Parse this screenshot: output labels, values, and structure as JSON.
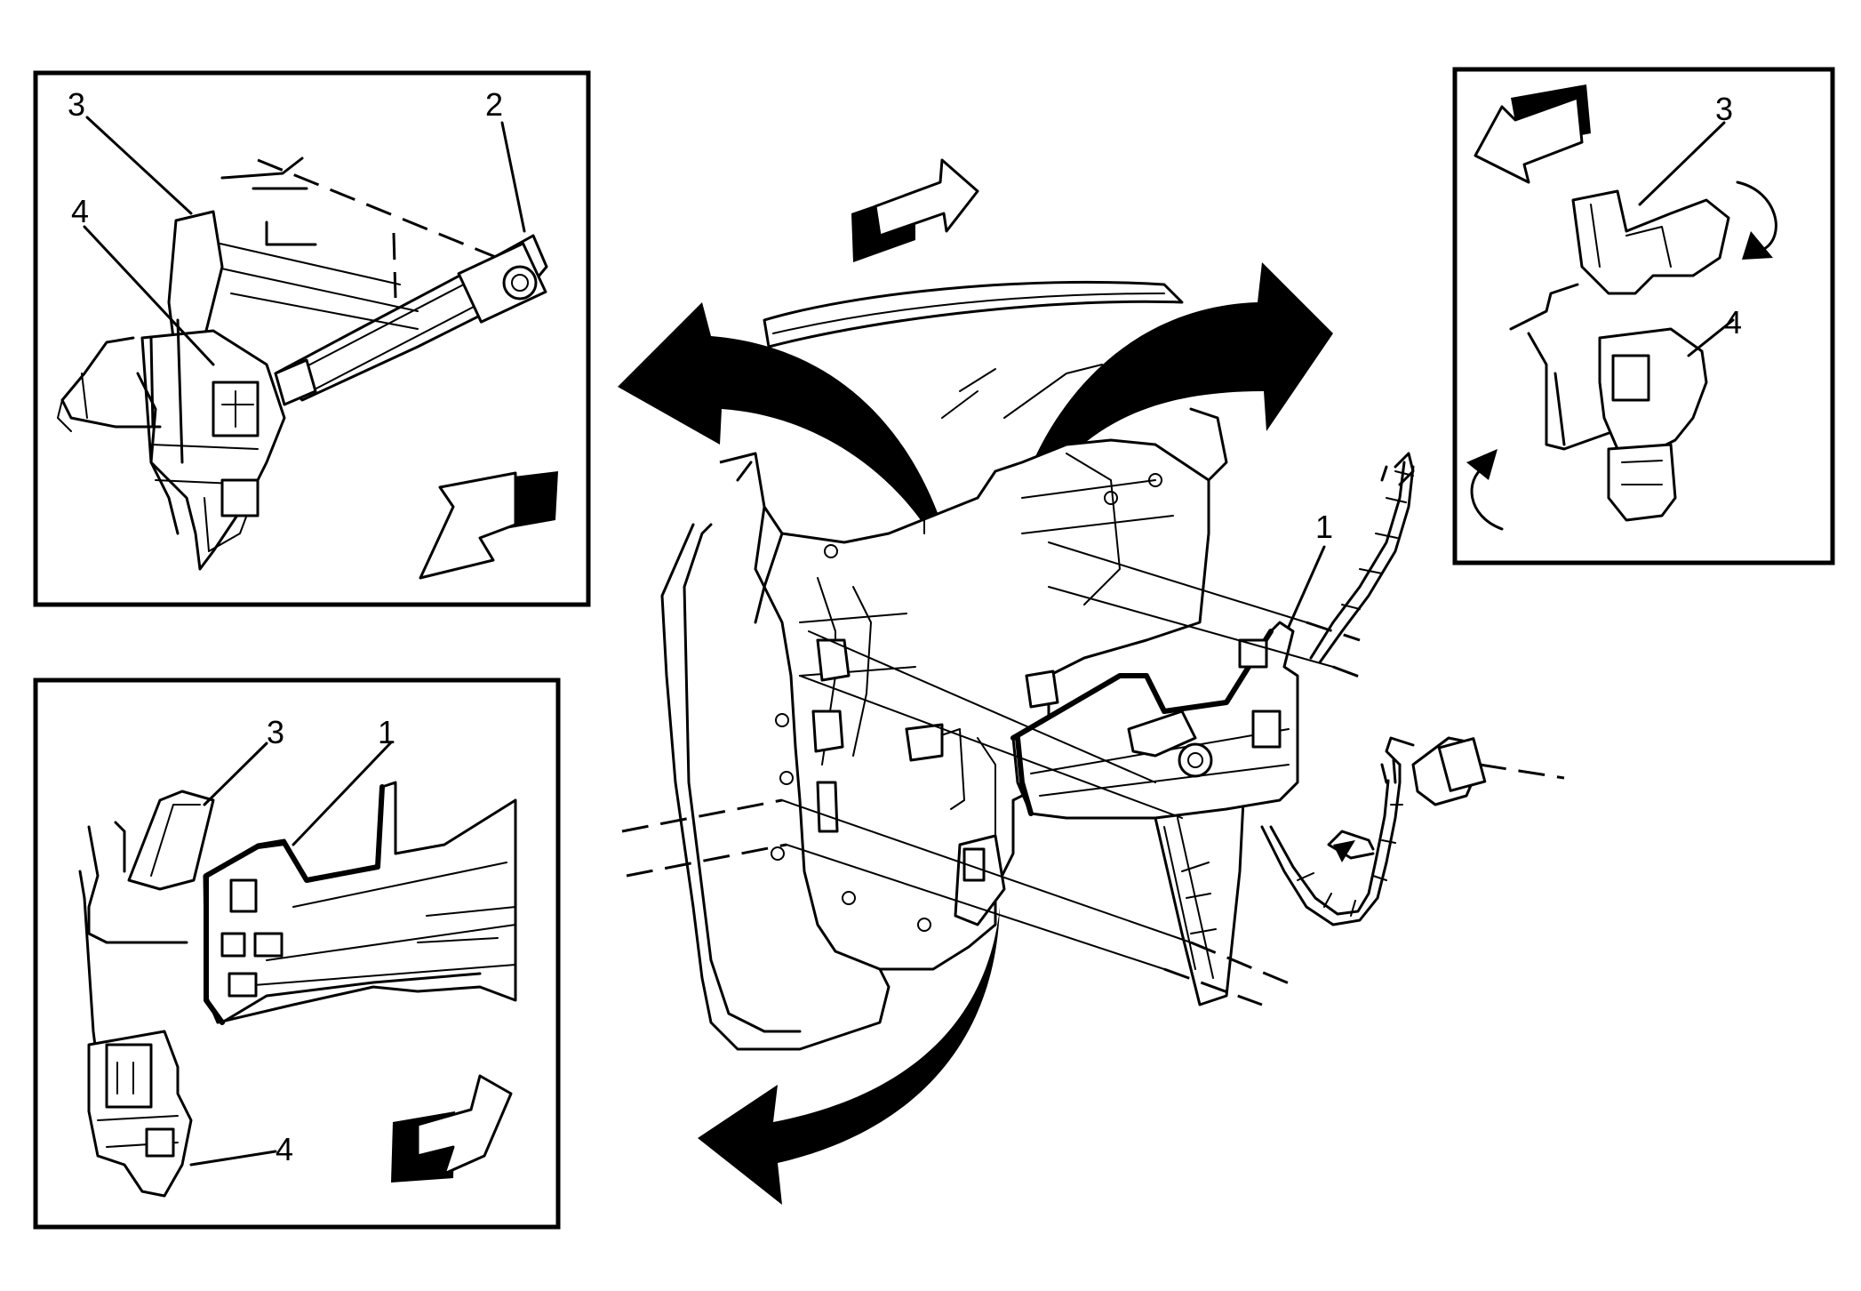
{
  "insets": {
    "top_left": {
      "labels": [
        "3",
        "2",
        "4"
      ]
    },
    "bottom_left": {
      "labels": [
        "3",
        "1",
        "4"
      ]
    },
    "top_right": {
      "labels": [
        "3",
        "4"
      ]
    }
  },
  "main_view": {
    "labels": [
      "1"
    ]
  }
}
